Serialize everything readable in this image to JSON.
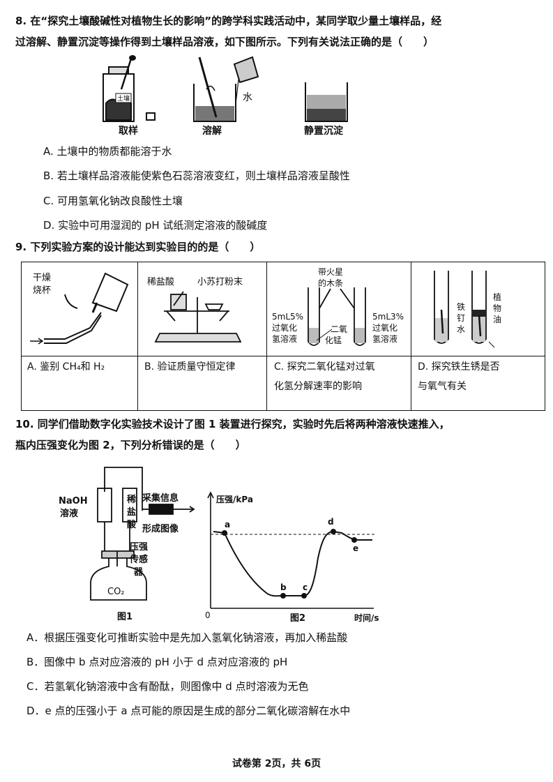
{
  "q8": {
    "stem_line1": "8. 在“探究土壤酸碱性对植物生长的影响”的跨学科实践活动中，某同学取少量土壤样品，经",
    "stem_line2": "过溶解、静置沉淀等操作得到土壤样品溶液，如下图所示。下列有关说法正确的是（　　）",
    "fig_labels": {
      "soil": "土壤",
      "water": "水",
      "step1": "取样",
      "step2": "溶解",
      "step3": "静置沉淀"
    },
    "options": [
      "A. 土壤中的物质都能溶于水",
      "B. 若土壤样品溶液能使紫色石蕊溶液变红，则土壤样品溶液呈酸性",
      "C. 可用氢氧化钠改良酸性土壤",
      "D. 实验中可用湿润的 pH 试纸测定溶液的酸碱度"
    ]
  },
  "q9": {
    "stem": "9. 下列实验方案的设计能达到实验目的的是（　　）",
    "cell1": {
      "beaker_l1": "干燥",
      "beaker_l2": "烧杯",
      "caption": "A. 鉴别 CH₄和 H₂"
    },
    "cell2": {
      "acid": "稀盐酸",
      "powder": "小苏打粉末",
      "caption": "B. 验证质量守恒定律"
    },
    "cell3": {
      "splint_l1": "带火星",
      "splint_l2": "的木条",
      "left_l1": "5mL5%",
      "left_l2": "过氧化",
      "left_l3": "氢溶液",
      "mn_l1": "二氧",
      "mn_l2": "化锰",
      "right_l1": "5mL3%",
      "right_l2": "过氧化",
      "right_l3": "氢溶液",
      "caption_l1": "C. 探究二氧化锰对过氧",
      "caption_l2": "化氢分解速率的影响"
    },
    "cell4": {
      "nail_l1": "铁",
      "nail_l2": "钉",
      "water": "水",
      "oil_l1": "植",
      "oil_l2": "物",
      "oil_l3": "油",
      "caption_l1": "D. 探究铁生锈是否",
      "caption_l2": "与氧气有关"
    }
  },
  "q10": {
    "stem_line1": "10. 同学们借助数字化实验技术设计了图 1 装置进行探究，实验时先后将两种溶液快速推入，",
    "stem_line2": "瓶内压强变化为图 2，下列分析错误的是（　　）",
    "fig1": {
      "naoh_l1": "NaOH",
      "naoh_l2": "溶液",
      "hcl_l1": "稀",
      "hcl_l2": "盐",
      "hcl_l3": "酸",
      "collect": "采集信息",
      "form": "形成图像",
      "sensor_l1": "压强",
      "sensor_l2": "传感",
      "sensor_l3": "器",
      "co2": "CO₂",
      "caption": "图1"
    },
    "fig2": {
      "ylabel": "压强/kPa",
      "xlabel": "时间/s",
      "origin": "0",
      "caption": "图2",
      "points": [
        "a",
        "b",
        "c",
        "d",
        "e"
      ]
    },
    "options": [
      "A．根据压强变化可推断实验中是先加入氢氧化钠溶液，再加入稀盐酸",
      "B．图像中 b 点对应溶液的 pH 小于 d 点对应溶液的 pH",
      "C．若氢氧化钠溶液中含有酚酞，则图像中 d 点时溶液为无色",
      "D．e 点的压强小于 a 点可能的原因是生成的部分二氧化碳溶解在水中"
    ]
  },
  "footer": "试卷第 2页，共 6页"
}
